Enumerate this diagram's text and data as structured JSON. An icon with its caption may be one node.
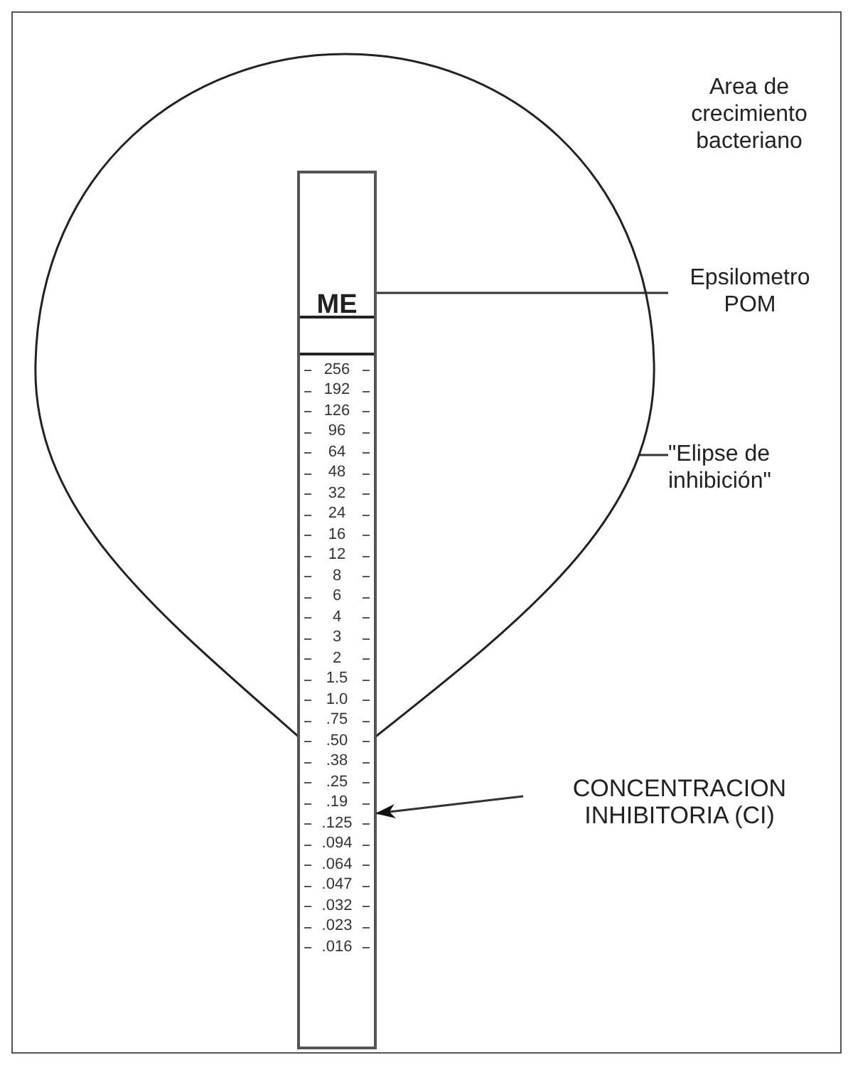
{
  "diagram": {
    "nodes": [
      {
        "text": [],
        "shape": "ellipse"
      },
      {
        "text": [
          "ME"
        ]
      },
      {
        "text": [
          "Epsilometro POM"
        ]
      },
      {
        "text": [
          "\"Elipse de inhibición\""
        ]
      },
      {
        "text": [
          "CONCENTRACION INHIBITORIA (CI)"
        ]
      }
    ],
    "edges": [
      {
        "from": 2,
        "to": 1,
        "arrow": "none"
      },
      {
        "from": 3,
        "to": 0,
        "arrow": "none"
      },
      {
        "from": 4,
        "to": 1,
        "arrow": "to"
      }
    ],
    "labels": [
      "Area de crecimiento bacteriano",
      "256",
      "192",
      "126",
      "96",
      "64",
      "48",
      "32",
      "24",
      "16",
      "12",
      "8",
      "6",
      "4",
      "3",
      "2",
      "1.5",
      "1.0",
      ".75",
      ".50",
      ".38",
      ".25",
      ".19",
      ".125",
      ".094",
      ".064",
      ".047",
      ".032",
      ".023",
      ".016"
    ]
  }
}
